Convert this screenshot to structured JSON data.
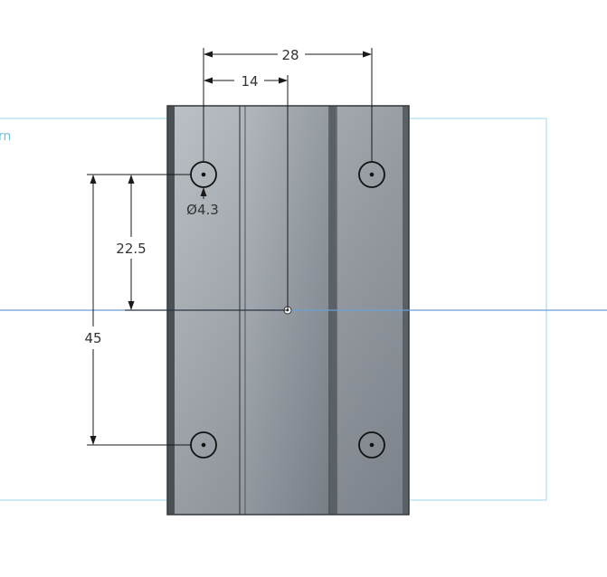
{
  "colors": {
    "background": "#ffffff",
    "part_light": "#b7bcc3",
    "part_dark": "#7f858d",
    "part_edge": "#3d4247",
    "part_side": "#4b5055",
    "sketch_blue": "#9ed8ec",
    "axis_blue": "#6a9fd8",
    "dimension_line": "#1a1a1a",
    "dimension_text": "#333333"
  },
  "sketch": {
    "label": "rn"
  },
  "dimensions": {
    "width_total": "28",
    "width_half": "14",
    "hole_diameter": "Ø4.3",
    "height_half": "22.5",
    "height_total": "45"
  },
  "holes": {
    "count": 4,
    "icon": "circle-with-center-point"
  }
}
